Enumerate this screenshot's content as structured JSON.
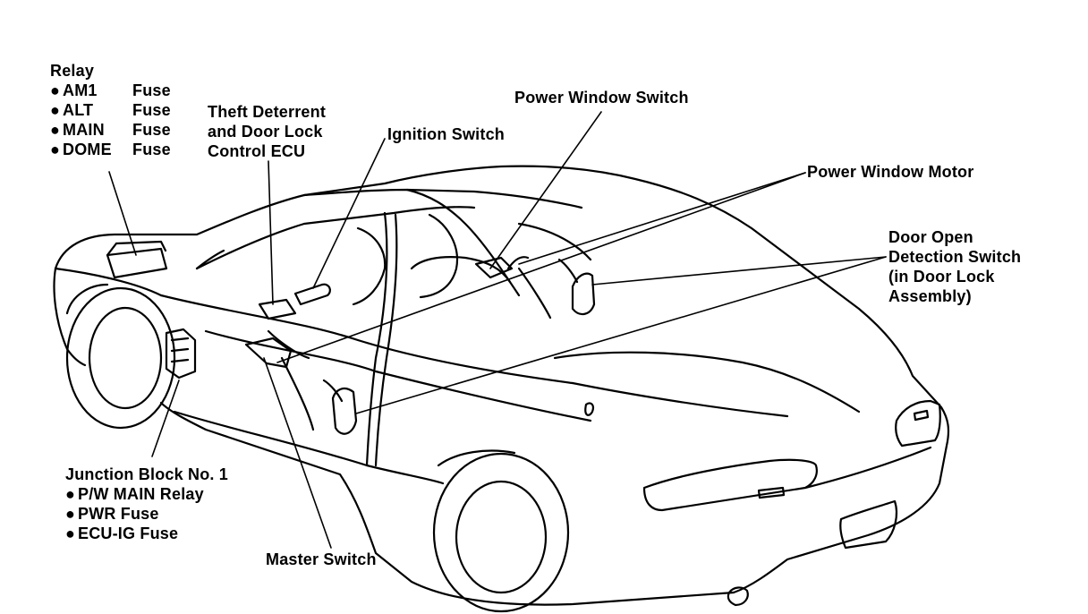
{
  "labels": {
    "relay": {
      "title": "Relay",
      "items": [
        {
          "name": "AM1",
          "type": "Fuse"
        },
        {
          "name": "ALT",
          "type": "Fuse"
        },
        {
          "name": "MAIN",
          "type": "Fuse"
        },
        {
          "name": "DOME",
          "type": "Fuse"
        }
      ]
    },
    "theft_ecu": [
      "Theft Deterrent",
      "and Door Lock",
      "Control ECU"
    ],
    "ignition_switch": "Ignition Switch",
    "power_window_switch": "Power Window Switch",
    "power_window_motor": "Power Window Motor",
    "door_open_switch": [
      "Door Open",
      "Detection Switch",
      "(in Door Lock",
      "Assembly)"
    ],
    "junction_block": {
      "title": "Junction Block No. 1",
      "items": [
        "P/W MAIN Relay",
        "PWR Fuse",
        "ECU-IG Fuse"
      ]
    },
    "master_switch": "Master Switch"
  },
  "bullet_glyph": "●",
  "colors": {
    "line": "#000000",
    "background": "#ffffff"
  }
}
